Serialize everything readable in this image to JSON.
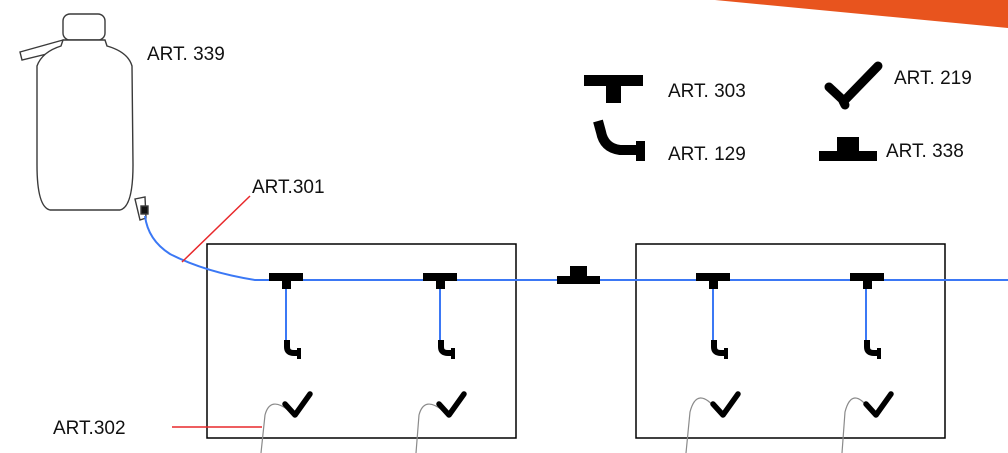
{
  "labels": {
    "bottle": "ART. 339",
    "tube": "ART.301",
    "drip_tube": "ART.302",
    "legend_tee": "ART. 303",
    "legend_elbow": "ART. 129",
    "legend_check": "ART. 219",
    "legend_connector": "ART. 338"
  },
  "colors": {
    "tube": "#3b78f5",
    "leader": "#e8282b",
    "fitting": "#000000",
    "accent": "#e8541e",
    "drip": "#8a8a8a"
  }
}
